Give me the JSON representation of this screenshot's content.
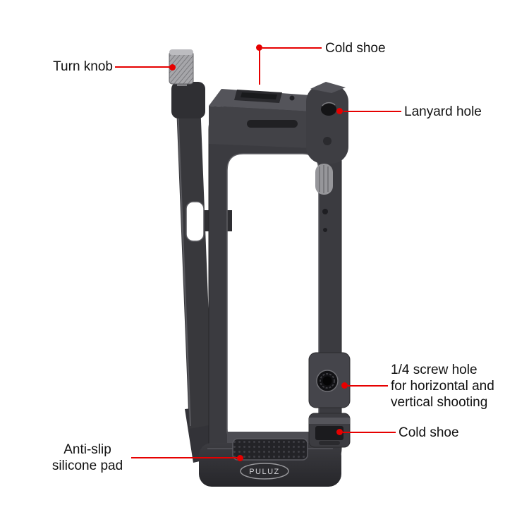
{
  "page": {
    "background": "#ffffff"
  },
  "colors": {
    "callout_red": "#e60000",
    "label_text": "#111111",
    "cage_dark": "#3b3b40",
    "cage_highlight": "#5d5d62",
    "knob_silver": "#a6a6aa"
  },
  "product": {
    "brand_logo": "PULUZ"
  },
  "annotations": {
    "turn_knob": {
      "label": "Turn knob"
    },
    "cold_shoe_top": {
      "label": "Cold shoe"
    },
    "lanyard_hole": {
      "label": "Lanyard hole"
    },
    "quarter_screw_hole": {
      "line1": "1/4 screw hole",
      "line2": "for horizontal and",
      "line3": "vertical shooting"
    },
    "cold_shoe_side": {
      "label": "Cold shoe"
    },
    "anti_slip_pad": {
      "line1": "Anti-slip",
      "line2": "silicone pad"
    }
  }
}
